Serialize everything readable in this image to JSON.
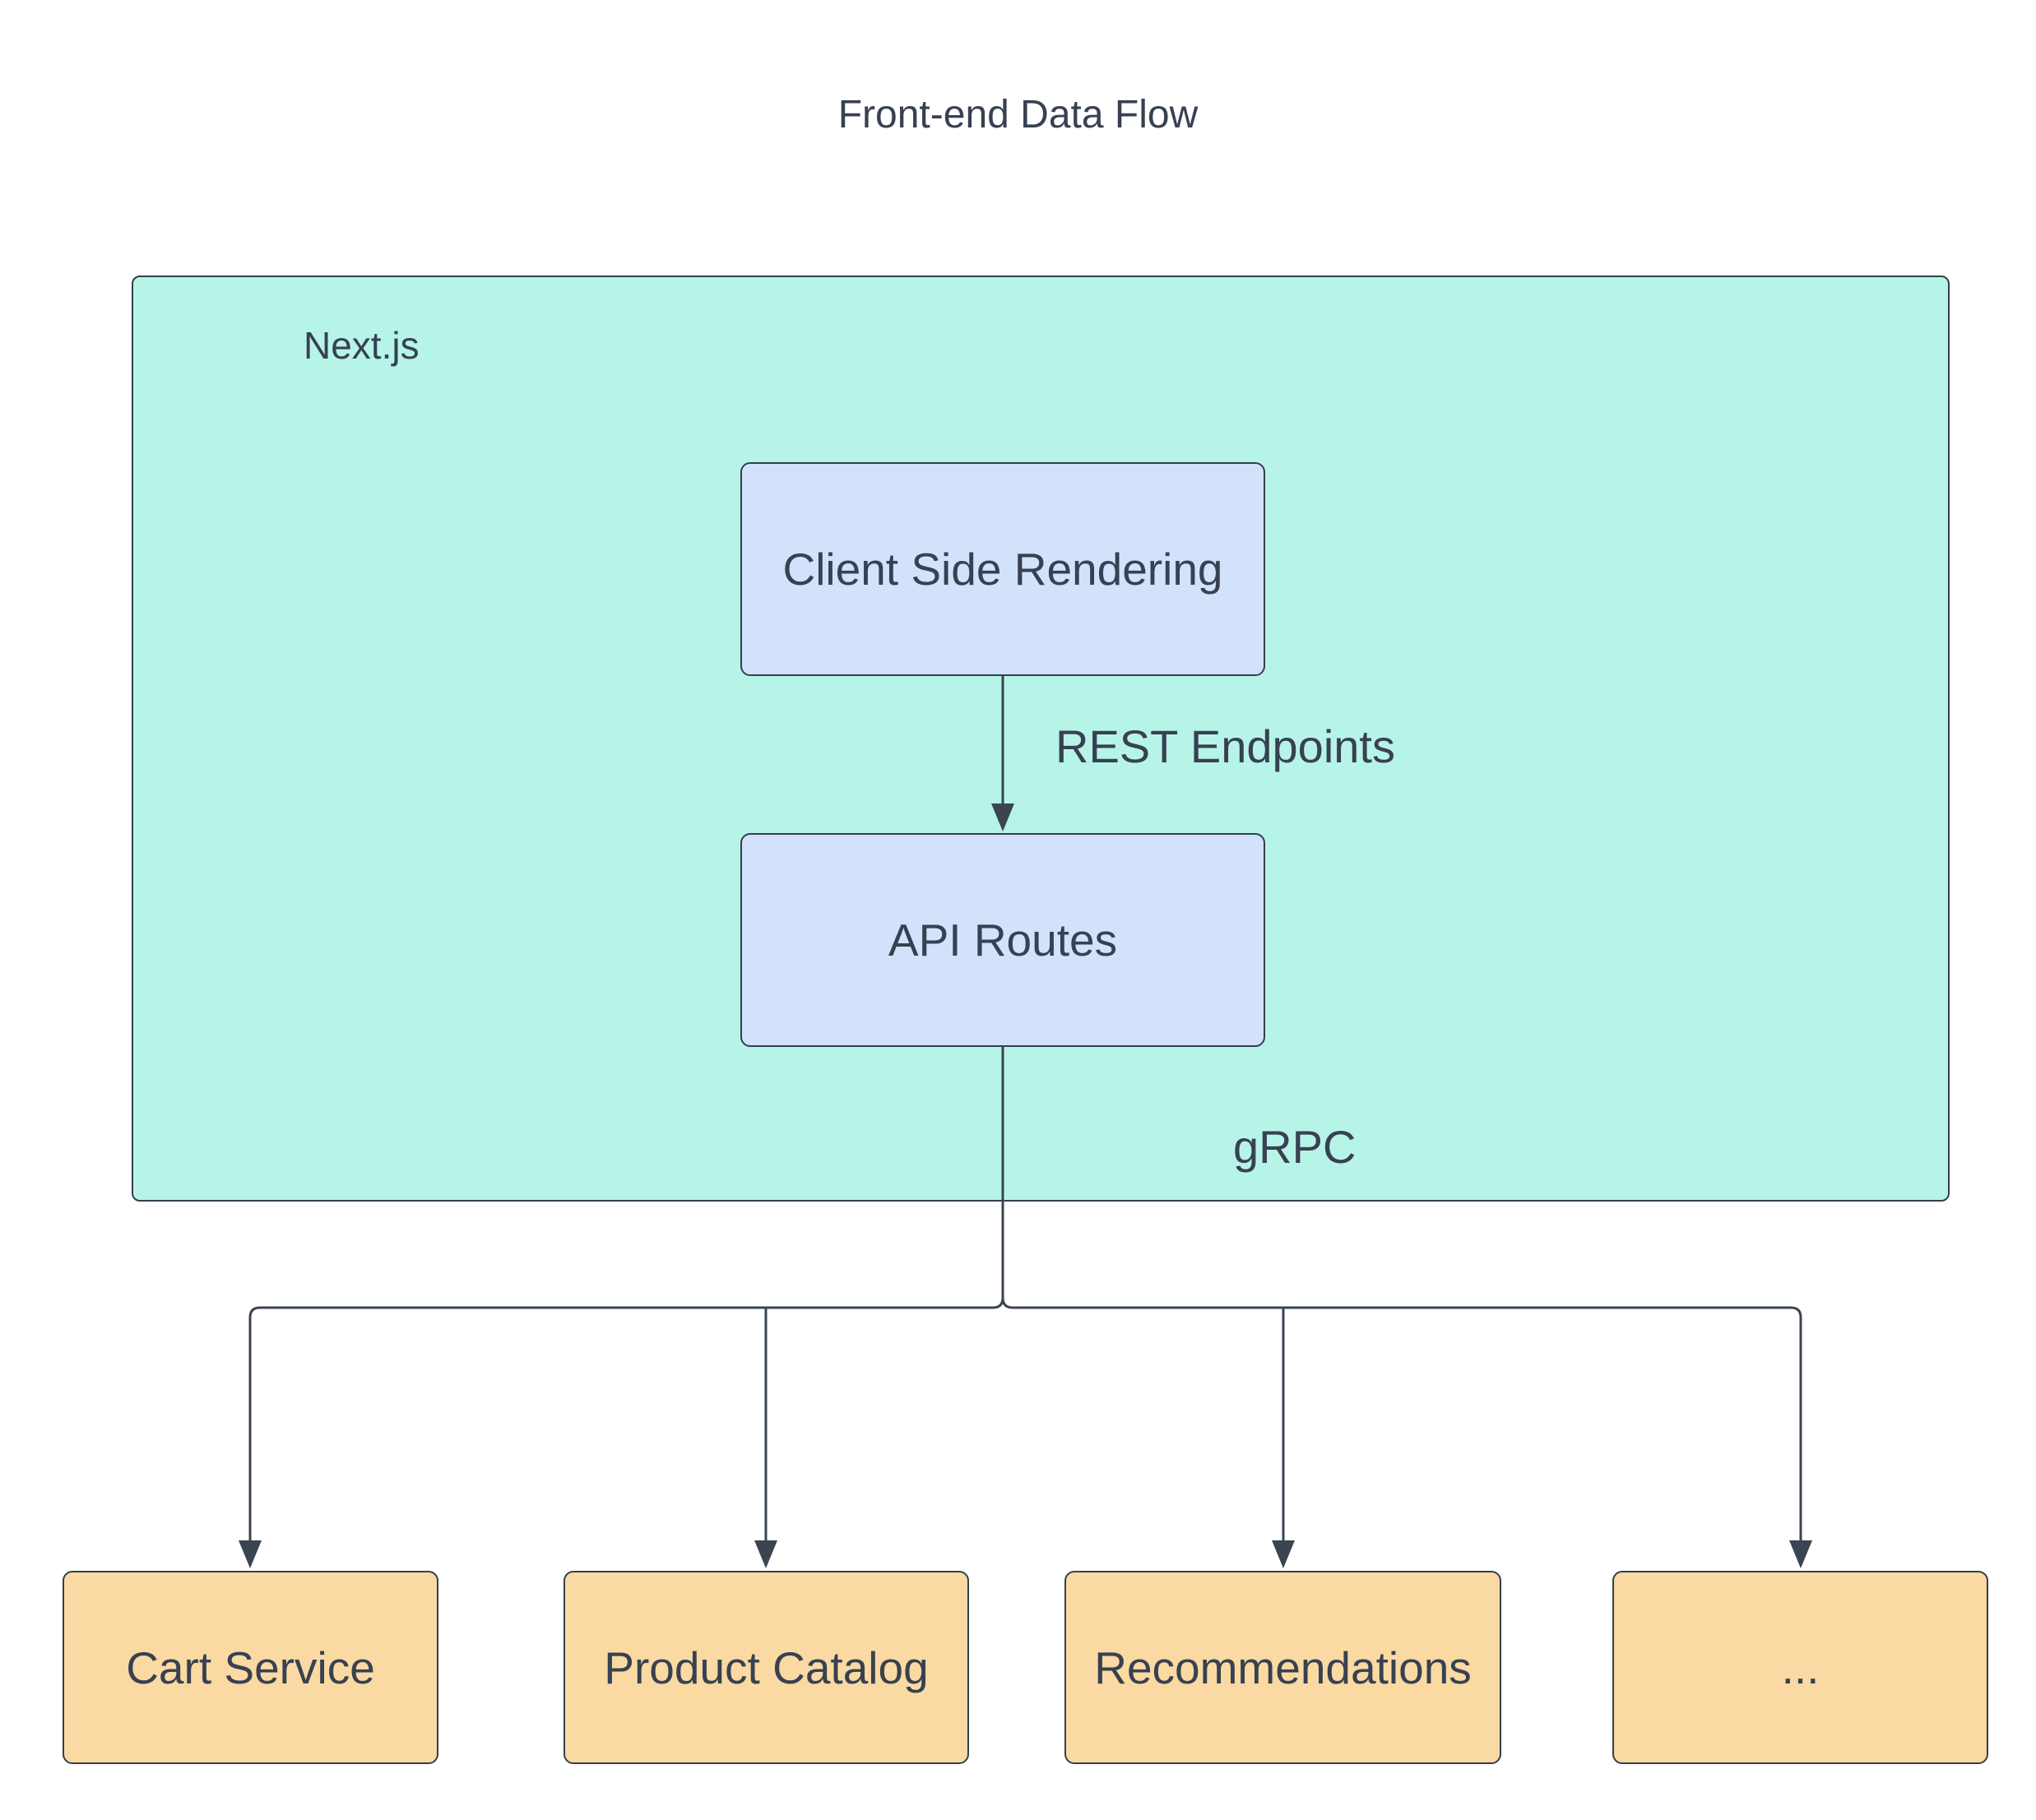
{
  "title": "Front-end Data Flow",
  "colors": {
    "canvas-bg": "#ffffff",
    "cluster-fill": "#b7f4e8",
    "node-blue-fill": "#d3e2fb",
    "node-orange-fill": "#fad9a2",
    "border": "#333f4c",
    "line": "#3a4551",
    "text": "#374151"
  },
  "diagram": {
    "type": "flowchart",
    "direction": "top-down",
    "cluster": {
      "label": "Next.js",
      "fill": "#b7f4e8",
      "contains": [
        "csr",
        "api"
      ]
    },
    "nodes": {
      "csr": {
        "label": "Client Side Rendering",
        "fill": "#d3e2fb"
      },
      "api": {
        "label": "API Routes",
        "fill": "#d3e2fb"
      },
      "cart": {
        "label": "Cart Service",
        "fill": "#fad9a2"
      },
      "catalog": {
        "label": "Product Catalog",
        "fill": "#fad9a2"
      },
      "recs": {
        "label": "Recommendations",
        "fill": "#fad9a2"
      },
      "more": {
        "label": "...",
        "fill": "#fad9a2"
      }
    },
    "edges": [
      {
        "from": "csr",
        "to": "api",
        "label": "REST Endpoints"
      },
      {
        "from": "api",
        "to": "cart",
        "label": "gRPC"
      },
      {
        "from": "api",
        "to": "catalog",
        "label": ""
      },
      {
        "from": "api",
        "to": "recs",
        "label": ""
      },
      {
        "from": "api",
        "to": "more",
        "label": ""
      }
    ]
  }
}
